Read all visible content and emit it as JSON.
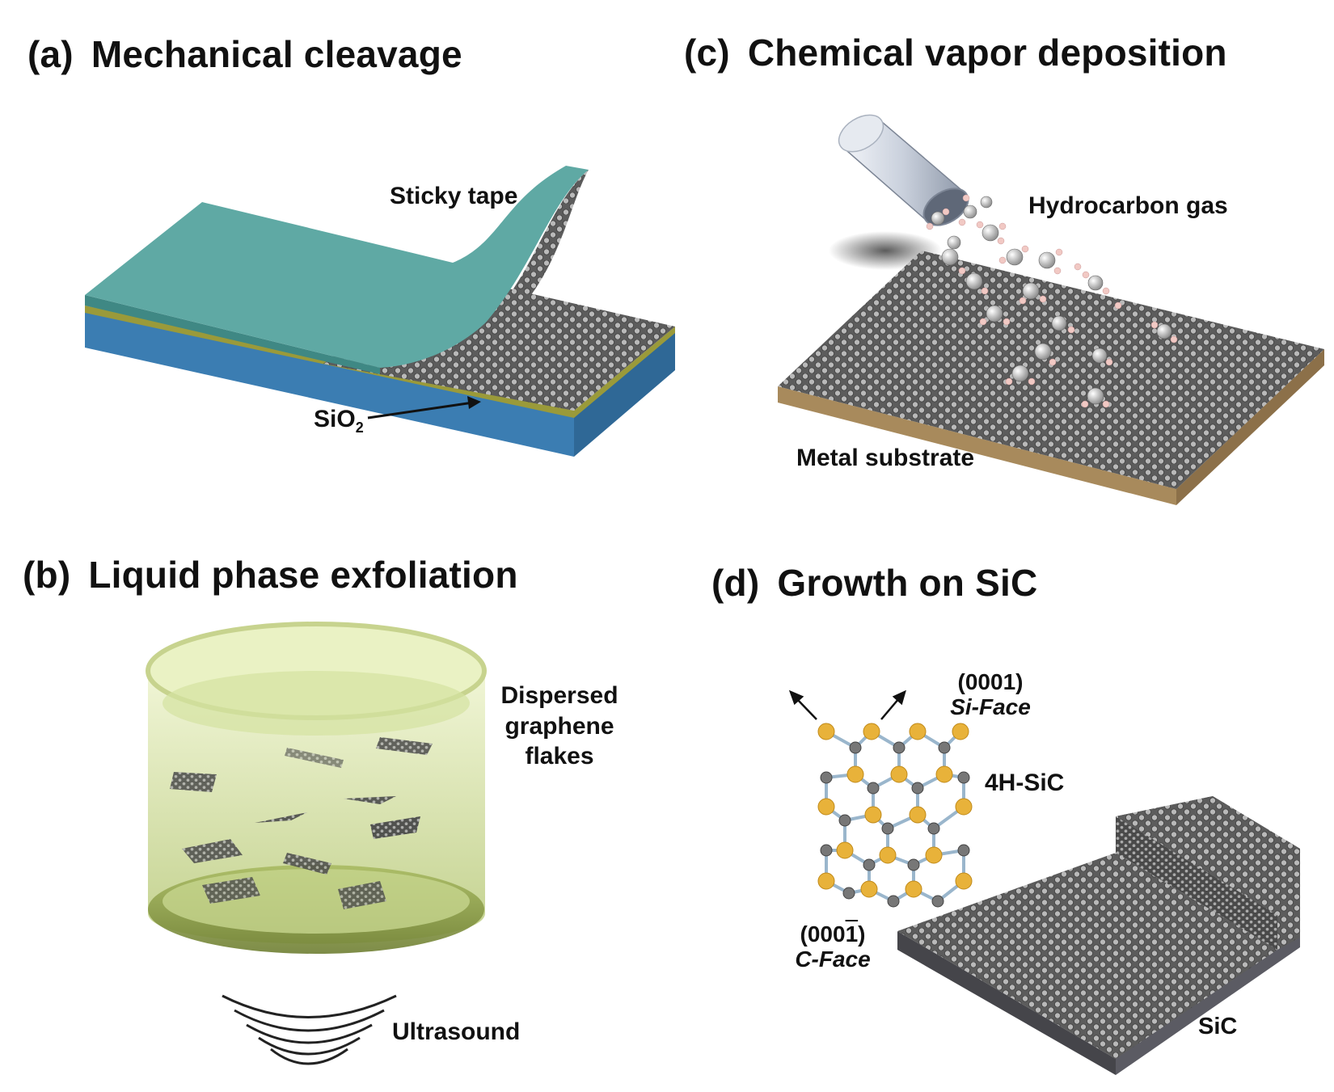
{
  "panels": {
    "a": {
      "tag": "(a)",
      "title": "Mechanical cleavage"
    },
    "b": {
      "tag": "(b)",
      "title": "Liquid phase exfoliation"
    },
    "c": {
      "tag": "(c)",
      "title": "Chemical vapor deposition"
    },
    "d": {
      "tag": "(d)",
      "title": "Growth on SiC"
    }
  },
  "labels": {
    "sticky_tape": "Sticky tape",
    "sio2_main": "SiO",
    "sio2_sub": "2",
    "dispersed_1": "Dispersed",
    "dispersed_2": "graphene",
    "dispersed_3": "flakes",
    "ultrasound": "Ultrasound",
    "hydrocarbon_gas": "Hydrocarbon gas",
    "metal_substrate": "Metal substrate",
    "si_face_index": "(0001)",
    "si_face": "Si-Face",
    "sic_4h": "4H-SiC",
    "c_face_index_pre": "(000",
    "c_face_index_bar": "1",
    "c_face_index_post": ")",
    "c_face": "C-Face",
    "sic": "SiC"
  },
  "colors": {
    "tape": "#5aa5a1",
    "substrate_blue": "#3d7fb3",
    "graphene": "#6a6a6a",
    "liquid": "#d9e6a8",
    "metal": "#a88a5c",
    "si_atom": "#e8b23a",
    "c_atom": "#777777",
    "sic_block": "#5a5a60"
  }
}
